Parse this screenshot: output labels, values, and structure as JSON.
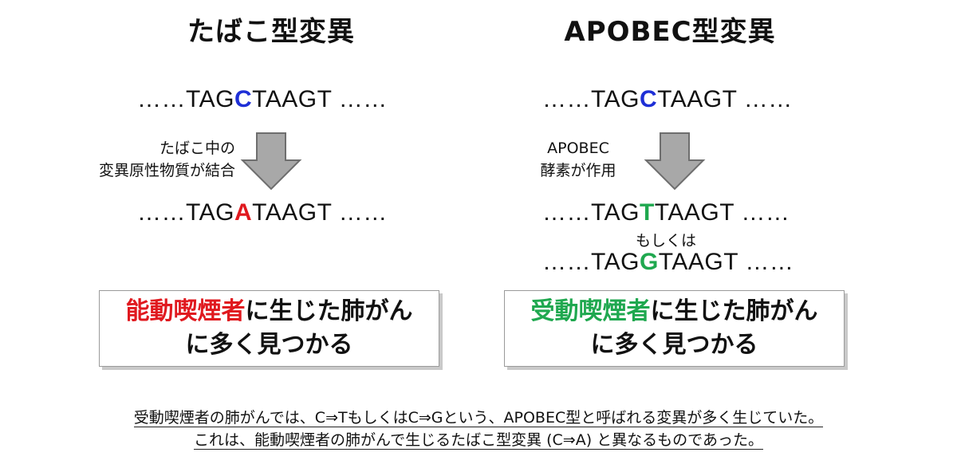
{
  "colors": {
    "original_base": "#1e2fd6",
    "tobacco_base": "#e0191f",
    "apobec_base": "#1fa84f",
    "arrow_fill": "#a8a8a8",
    "arrow_stroke": "#6e6e6e"
  },
  "left": {
    "title": "たばこ型変異",
    "seq_before": {
      "prefix": "……TAG",
      "base": "C",
      "suffix": "TAAGT ……"
    },
    "note_line1": "たばこ中の",
    "note_line2": "変異原性物質が結合",
    "seq_after": {
      "prefix": "……TAG",
      "base": "A",
      "suffix": "TAAGT ……"
    },
    "box_line1_highlight": "能動喫煙者",
    "box_line1_rest": "に生じた肺がん",
    "box_line2": "に多く見つかる"
  },
  "right": {
    "title": "APOBEC型変異",
    "seq_before": {
      "prefix": "……TAG",
      "base": "C",
      "suffix": "TAAGT ……"
    },
    "note_line1": "APOBEC",
    "note_line2": "酵素が作用",
    "seq_after1": {
      "prefix": "……TAG",
      "base": "T",
      "suffix": "TAAGT ……"
    },
    "or_label": "もしくは",
    "seq_after2": {
      "prefix": "……TAG",
      "base": "G",
      "suffix": "TAAGT ……"
    },
    "box_line1_highlight": "受動喫煙者",
    "box_line1_rest": "に生じた肺がん",
    "box_line2": "に多く見つかる"
  },
  "summary": {
    "line1": "受動喫煙者の肺がんでは、C⇒TもしくはC⇒Gという、APOBEC型と呼ばれる変異が多く生じていた。",
    "line2": "これは、能動喫煙者の肺がんで生じるたばこ型変異 (C⇒A) と異なるものであった。"
  }
}
